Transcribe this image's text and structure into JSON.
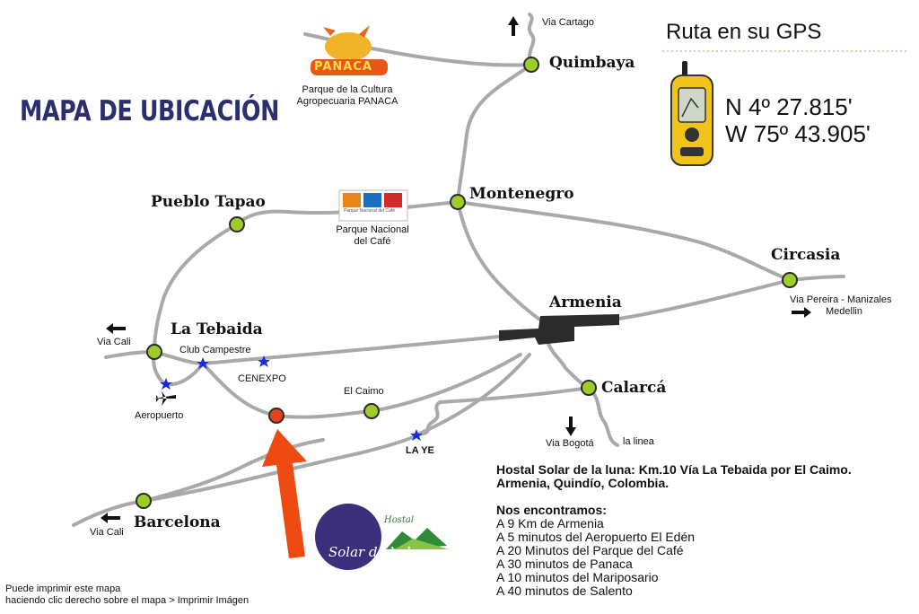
{
  "map": {
    "title": "MAPA DE UBICACIÓN",
    "gps": {
      "title": "Ruta en su GPS",
      "lat": "N 4º 27.815'",
      "lon": "W 75º 43.905'"
    },
    "towns": {
      "quimbaya": "Quimbaya",
      "montenegro": "Montenegro",
      "pueblo_tapao": "Pueblo Tapao",
      "circasia": "Circasia",
      "armenia": "Armenia",
      "la_tebaida": "La Tebaida",
      "calarca": "Calarcá",
      "barcelona": "Barcelona"
    },
    "places": {
      "panaca_line1": "Parque de la Cultura",
      "panaca_line2": "Agropecuaria PANACA",
      "cafe_line1": "Parque Nacional",
      "cafe_line2": "del Café",
      "club_campestre": "Club Campestre",
      "cenexpo": "CENEXPO",
      "el_caimo": "El Caimo",
      "la_ye": "LA YE",
      "aeropuerto": "Aeropuerto"
    },
    "directions": {
      "via_cartago": "Via Cartago",
      "via_cali_top": "Via Cali",
      "via_cali_bottom": "Via Cali",
      "via_pereira_line1": "Via Pereira - Manizales",
      "via_pereira_line2": "Medellin",
      "via_bogota": "Via Bogotá",
      "la_linea": "la linea"
    },
    "logos": {
      "panaca": "PANACA",
      "hostal_script": "Hostal",
      "hostal_name": "Solar de la luna",
      "cafe_small": "Parque Nacional del Café"
    },
    "colors": {
      "road": "#a9a9a9",
      "town_dot": "#9ecc2a",
      "destination_dot": "#e0441c",
      "arrow": "#ee4a12",
      "star": "#1a2bd8",
      "title": "#2c2f6e"
    }
  },
  "info": {
    "address_line1": "Hostal Solar de la luna: Km.10 Vía La Tebaida por El Caimo.",
    "address_line2": "Armenia, Quindío, Colombia.",
    "heading": "Nos encontramos:",
    "distances": [
      "A 9 Km de Armenia",
      "A 5 minutos del Aeropuerto El Edén",
      "A 20 Minutos del Parque del Café",
      "A 30 minutos de Panaca",
      "A 10 minutos del Mariposario",
      "A 40 minutos de Salento"
    ]
  },
  "print_note": {
    "line1": "Puede imprimir este mapa",
    "line2": "haciendo clic derecho sobre el mapa > Imprimir Imágen"
  }
}
